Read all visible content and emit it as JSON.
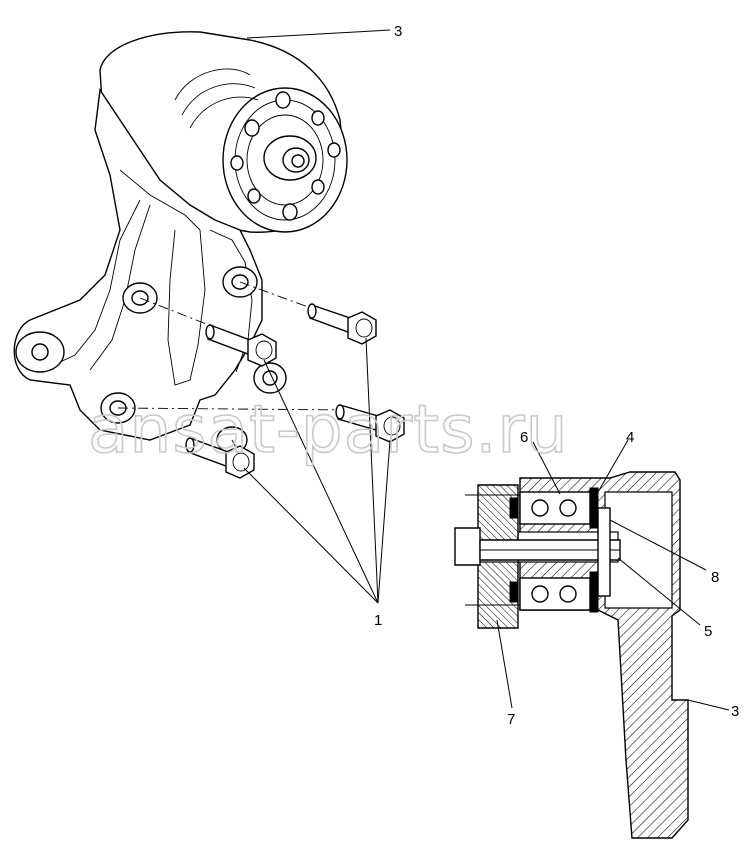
{
  "watermark": "ansat-parts.ru",
  "callouts": {
    "c1": "1",
    "c3_top": "3",
    "c3_bottom": "3",
    "c4": "4",
    "c5": "5",
    "c6": "6",
    "c7": "7",
    "c8": "8"
  }
}
